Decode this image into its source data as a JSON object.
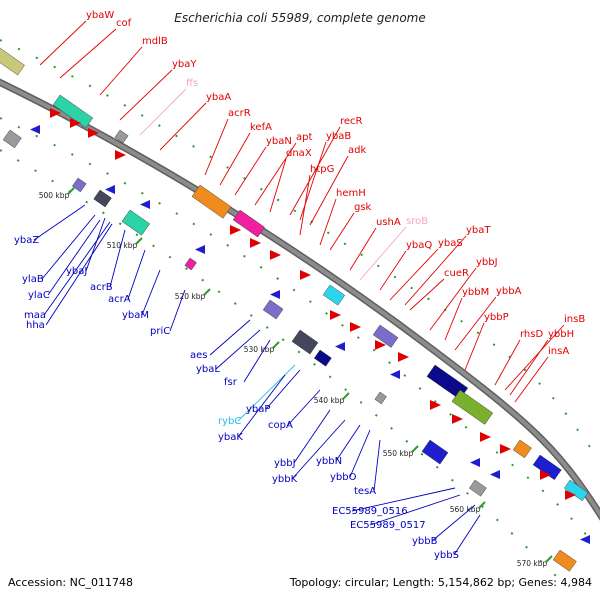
{
  "title": "Escherichia coli 55989, complete genome",
  "footer": {
    "accession": "Accession: NC_011748",
    "topology": "Topology: circular; Length: 5,154,862 bp; Genes: 4,984"
  },
  "colors": {
    "forward_label": "#e30000",
    "reverse_label": "#0000c0",
    "rna_forward": "#f4a6c8",
    "rna_reverse": "#27c0e0",
    "backbone": "#8c8c8c",
    "tick": "#2e9b2e"
  },
  "scale_ticks": [
    {
      "label": "500 kbp"
    },
    {
      "label": "510 kbp"
    },
    {
      "label": "520 kbp"
    },
    {
      "label": "530 kbp"
    },
    {
      "label": "540 kbp"
    },
    {
      "label": "550 kbp"
    },
    {
      "label": "560 kbp"
    },
    {
      "label": "570 kbp"
    }
  ],
  "forward_genes": [
    {
      "name": "ybaW",
      "kind": "gene"
    },
    {
      "name": "cof",
      "kind": "gene"
    },
    {
      "name": "mdlB",
      "kind": "gene"
    },
    {
      "name": "ybaY",
      "kind": "gene"
    },
    {
      "name": "ffs",
      "kind": "rna"
    },
    {
      "name": "ybaA",
      "kind": "gene"
    },
    {
      "name": "acrR",
      "kind": "gene"
    },
    {
      "name": "kefA",
      "kind": "gene"
    },
    {
      "name": "ybaN",
      "kind": "gene"
    },
    {
      "name": "apt",
      "kind": "gene"
    },
    {
      "name": "dnaX",
      "kind": "gene"
    },
    {
      "name": "recR",
      "kind": "gene"
    },
    {
      "name": "ybaB",
      "kind": "gene"
    },
    {
      "name": "adk",
      "kind": "gene"
    },
    {
      "name": "htpG",
      "kind": "gene"
    },
    {
      "name": "hemH",
      "kind": "gene"
    },
    {
      "name": "gsk",
      "kind": "gene"
    },
    {
      "name": "ushA",
      "kind": "gene"
    },
    {
      "name": "sroB",
      "kind": "rna"
    },
    {
      "name": "ybaQ",
      "kind": "gene"
    },
    {
      "name": "ybaS",
      "kind": "gene"
    },
    {
      "name": "ybaT",
      "kind": "gene"
    },
    {
      "name": "cueR",
      "kind": "gene"
    },
    {
      "name": "ybbJ",
      "kind": "gene"
    },
    {
      "name": "ybbM",
      "kind": "gene"
    },
    {
      "name": "ybbA",
      "kind": "gene"
    },
    {
      "name": "ybbP",
      "kind": "gene"
    },
    {
      "name": "rhsD",
      "kind": "gene"
    },
    {
      "name": "ybbH",
      "kind": "gene"
    },
    {
      "name": "insA",
      "kind": "gene"
    },
    {
      "name": "insB",
      "kind": "gene"
    }
  ],
  "reverse_genes": [
    {
      "name": "ybaZ",
      "kind": "gene"
    },
    {
      "name": "ylaB",
      "kind": "gene"
    },
    {
      "name": "ybaJ",
      "kind": "gene"
    },
    {
      "name": "ylaC",
      "kind": "gene"
    },
    {
      "name": "maa",
      "kind": "gene"
    },
    {
      "name": "hha",
      "kind": "gene"
    },
    {
      "name": "acrB",
      "kind": "gene"
    },
    {
      "name": "acrA",
      "kind": "gene"
    },
    {
      "name": "ybaM",
      "kind": "gene"
    },
    {
      "name": "priC",
      "kind": "gene"
    },
    {
      "name": "aes",
      "kind": "gene"
    },
    {
      "name": "ybaL",
      "kind": "gene"
    },
    {
      "name": "fsr",
      "kind": "gene"
    },
    {
      "name": "rybC",
      "kind": "rna"
    },
    {
      "name": "ybaP",
      "kind": "gene"
    },
    {
      "name": "ybaK",
      "kind": "gene"
    },
    {
      "name": "copA",
      "kind": "gene"
    },
    {
      "name": "ybbJ",
      "kind": "gene"
    },
    {
      "name": "ybbK",
      "kind": "gene"
    },
    {
      "name": "ybbN",
      "kind": "gene"
    },
    {
      "name": "ybbO",
      "kind": "gene"
    },
    {
      "name": "tesA",
      "kind": "gene"
    },
    {
      "name": "EC55989_0516",
      "kind": "gene"
    },
    {
      "name": "EC55989_0517",
      "kind": "gene"
    },
    {
      "name": "ybbB",
      "kind": "gene"
    },
    {
      "name": "ybbS",
      "kind": "gene"
    }
  ]
}
